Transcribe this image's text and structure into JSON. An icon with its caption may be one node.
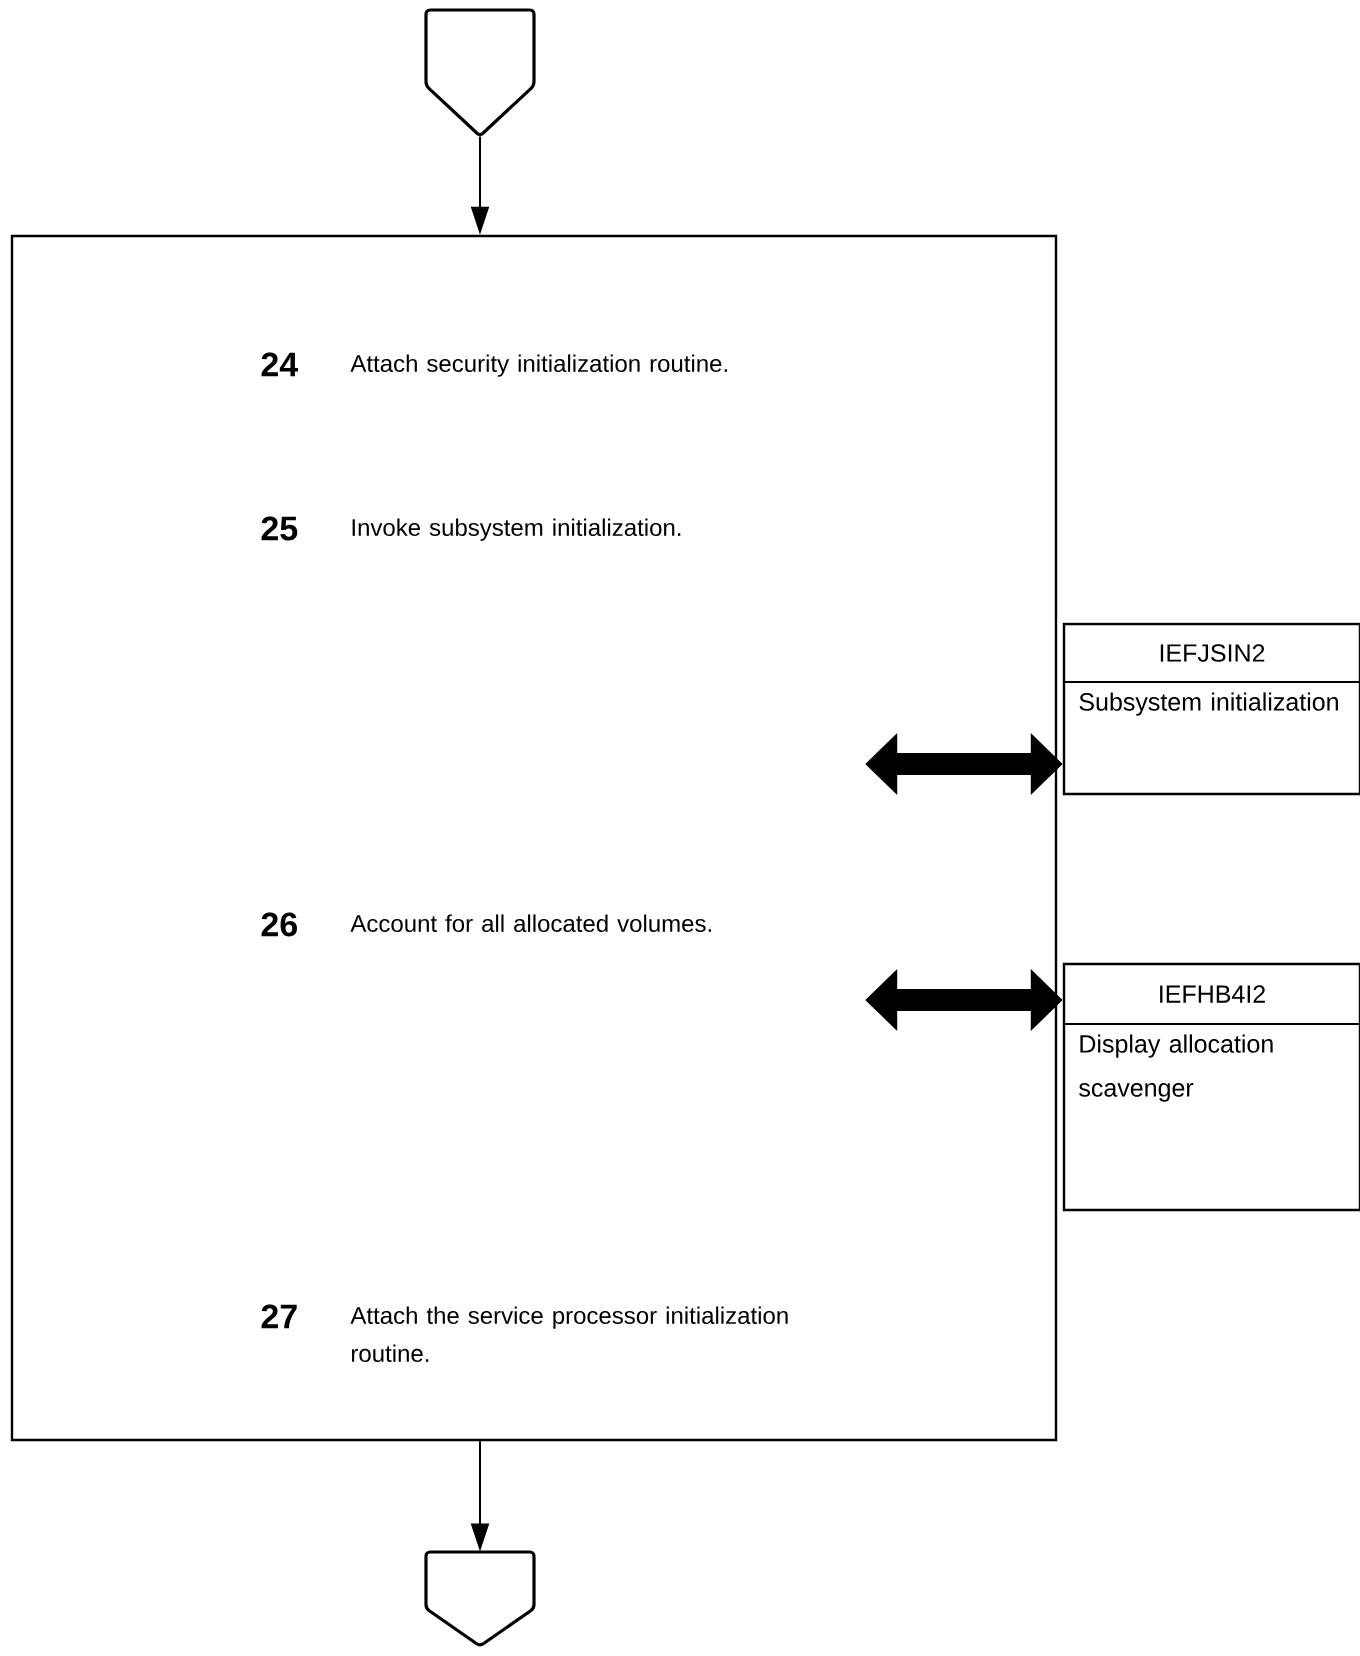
{
  "diagram": {
    "nodes": [
      {
        "text": [],
        "shape": "pentagon"
      },
      {
        "text": [
          "24",
          "Attach security initialization routine.",
          "25",
          "Invoke subsystem initialization.",
          "26",
          "Account for all allocated volumes.",
          "27",
          "Attach the service processor initialization routine."
        ]
      },
      {
        "text": [
          "IEFJSIN2",
          "Subsystem initialization"
        ]
      },
      {
        "text": [
          "IEFHB4I2",
          "Display allocation scavenger"
        ]
      },
      {
        "text": [],
        "shape": "pentagon"
      }
    ],
    "edges": [
      {
        "from": 0,
        "to": 1,
        "arrow": "to"
      },
      {
        "from": 1,
        "to": 2,
        "arrow": "both",
        "style": "thick"
      },
      {
        "from": 1,
        "to": 3,
        "arrow": "both",
        "style": "thick"
      },
      {
        "from": 1,
        "to": 4,
        "arrow": "to"
      }
    ]
  }
}
